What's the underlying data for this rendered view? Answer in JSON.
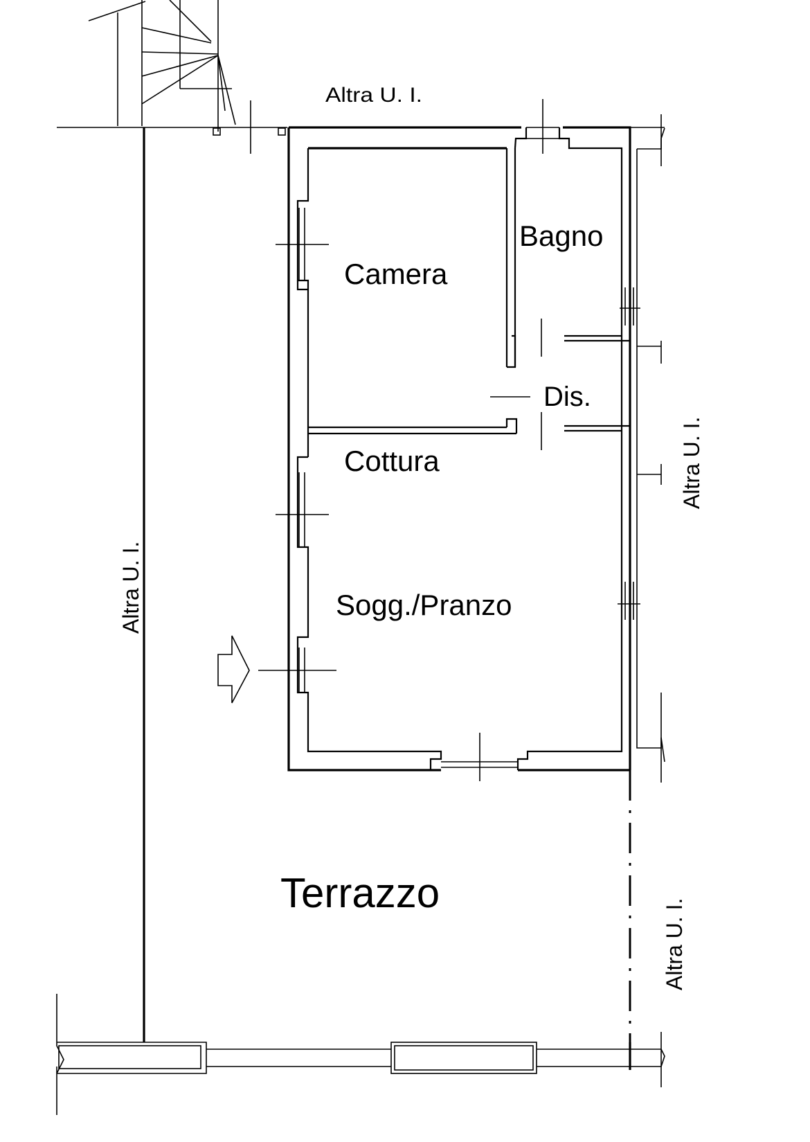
{
  "plan": {
    "rooms": {
      "camera": "Camera",
      "bagno": "Bagno",
      "dis": "Dis.",
      "cottura": "Cottura",
      "soggiorno": "Sogg./Pranzo",
      "terrazzo": "Terrazzo"
    },
    "neighbors": {
      "top": "Altra U. I.",
      "left": "Altra U. I.",
      "right_upper": "Altra U. I.",
      "right_lower": "Altra U. I."
    }
  },
  "colors": {
    "ink": "#000000",
    "paper": "#ffffff"
  }
}
